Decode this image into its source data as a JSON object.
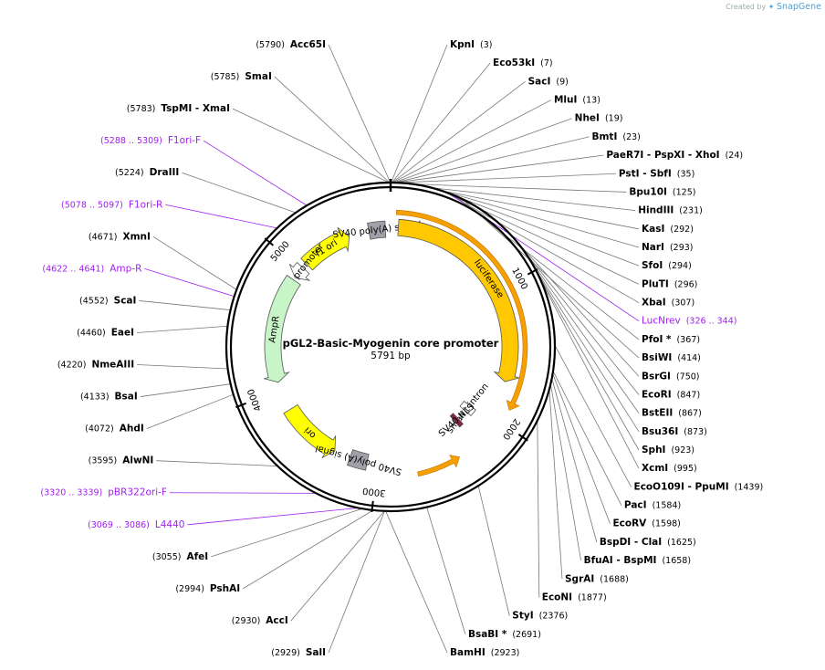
{
  "credit": {
    "prefix": "Created by",
    "brand": "SnapGene"
  },
  "plasmid": {
    "name": "pGL2-Basic-Myogenin core promoter",
    "length": "5791 bp",
    "size": 5791
  },
  "ticks": [
    1000,
    2000,
    3000,
    4000,
    5000
  ],
  "tick_labels": [
    "1000",
    "2000",
    "3000",
    "4000",
    "5000"
  ],
  "features": [
    {
      "name": "f1 ori",
      "color": "#ffff00",
      "start": 5060,
      "end": 5460,
      "dir": 1,
      "labeled": true
    },
    {
      "name": "AmpR promoter",
      "color": "#ffffff",
      "start": 4920,
      "end": 5020,
      "dir": -1,
      "labeled": true
    },
    {
      "name": "AmpR",
      "color": "#c8f5c8",
      "start": 4062,
      "end": 4900,
      "dir": -1,
      "labeled": true
    },
    {
      "name": "ori",
      "color": "#ffff00",
      "start": 3350,
      "end": 3830,
      "dir": -1,
      "labeled": true
    },
    {
      "name": "SV40 poly(A) signal",
      "color": "#a0a0a8",
      "start": 3080,
      "end": 3220,
      "dir": 0,
      "labeled": true
    },
    {
      "name": "SV40 poly(A) signal",
      "color": "#a0a0a8",
      "start": 5620,
      "end": 5750,
      "dir": 0,
      "labeled": true
    },
    {
      "name": "luciferase",
      "color": "#ffc800",
      "start": 60,
      "end": 1720,
      "dir": 1,
      "labeled": true
    },
    {
      "name": "small t intron",
      "color": "#ffffff",
      "start": 2035,
      "end": 2100,
      "dir": 0,
      "labeled": true
    },
    {
      "name": "SV40 NLS",
      "color": "#8a2040",
      "start": 2200,
      "end": 2240,
      "dir": 0,
      "labeled": true
    }
  ],
  "right_sites": [
    {
      "name": "KpnI",
      "pos": "(3)",
      "loc": 3
    },
    {
      "name": "Eco53kI",
      "pos": "(7)",
      "loc": 7
    },
    {
      "name": "SacI",
      "pos": "(9)",
      "loc": 9
    },
    {
      "name": "MluI",
      "pos": "(13)",
      "loc": 13
    },
    {
      "name": "NheI",
      "pos": "(19)",
      "loc": 19
    },
    {
      "name": "BmtI",
      "pos": "(23)",
      "loc": 23
    },
    {
      "name": "PaeR7I - PspXI - XhoI",
      "pos": "(24)",
      "loc": 24
    },
    {
      "name": "PstI - SbfI",
      "pos": "(35)",
      "loc": 35
    },
    {
      "name": "Bpu10I",
      "pos": "(125)",
      "loc": 125
    },
    {
      "name": "HindIII",
      "pos": "(231)",
      "loc": 231
    },
    {
      "name": "KasI",
      "pos": "(292)",
      "loc": 292
    },
    {
      "name": "NarI",
      "pos": "(293)",
      "loc": 293
    },
    {
      "name": "SfoI",
      "pos": "(294)",
      "loc": 294
    },
    {
      "name": "PluTI",
      "pos": "(296)",
      "loc": 296
    },
    {
      "name": "XbaI",
      "pos": "(307)",
      "loc": 307
    },
    {
      "name": "LucNrev",
      "pos": "(326 .. 344)",
      "loc": 335,
      "primer": true
    },
    {
      "name": "PfoI *",
      "pos": "(367)",
      "loc": 367
    },
    {
      "name": "BsiWI",
      "pos": "(414)",
      "loc": 414
    },
    {
      "name": "BsrGI",
      "pos": "(750)",
      "loc": 750
    },
    {
      "name": "EcoRI",
      "pos": "(847)",
      "loc": 847
    },
    {
      "name": "BstEII",
      "pos": "(867)",
      "loc": 867
    },
    {
      "name": "Bsu36I",
      "pos": "(873)",
      "loc": 873
    },
    {
      "name": "SphI",
      "pos": "(923)",
      "loc": 923
    },
    {
      "name": "XcmI",
      "pos": "(995)",
      "loc": 995
    },
    {
      "name": "EcoO109I - PpuMI",
      "pos": "(1439)",
      "loc": 1439
    },
    {
      "name": "PacI",
      "pos": "(1584)",
      "loc": 1584
    },
    {
      "name": "EcoRV",
      "pos": "(1598)",
      "loc": 1598
    },
    {
      "name": "BspDI - ClaI",
      "pos": "(1625)",
      "loc": 1625
    },
    {
      "name": "BfuAI - BspMI",
      "pos": "(1658)",
      "loc": 1658
    },
    {
      "name": "SgrAI",
      "pos": "(1688)",
      "loc": 1688
    },
    {
      "name": "EcoNI",
      "pos": "(1877)",
      "loc": 1877
    },
    {
      "name": "StyI",
      "pos": "(2376)",
      "loc": 2376
    },
    {
      "name": "BsaBI *",
      "pos": "(2691)",
      "loc": 2691
    },
    {
      "name": "BamHI",
      "pos": "(2923)",
      "loc": 2923
    }
  ],
  "left_sites": [
    {
      "name": "Acc65I",
      "pos": "(5790)",
      "loc": 5790
    },
    {
      "name": "SmaI",
      "pos": "(5785)",
      "loc": 5785
    },
    {
      "name": "TspMI - XmaI",
      "pos": "(5783)",
      "loc": 5783
    },
    {
      "name": "F1ori-F",
      "pos": "(5288 .. 5309)",
      "loc": 5298,
      "primer": true
    },
    {
      "name": "DraIII",
      "pos": "(5224)",
      "loc": 5224
    },
    {
      "name": "F1ori-R",
      "pos": "(5078 .. 5097)",
      "loc": 5088,
      "primer": true
    },
    {
      "name": "XmnI",
      "pos": "(4671)",
      "loc": 4671
    },
    {
      "name": "Amp-R",
      "pos": "(4622 .. 4641)",
      "loc": 4631,
      "primer": true
    },
    {
      "name": "ScaI",
      "pos": "(4552)",
      "loc": 4552
    },
    {
      "name": "EaeI",
      "pos": "(4460)",
      "loc": 4460
    },
    {
      "name": "NmeAIII",
      "pos": "(4220)",
      "loc": 4220
    },
    {
      "name": "BsaI",
      "pos": "(4133)",
      "loc": 4133
    },
    {
      "name": "AhdI",
      "pos": "(4072)",
      "loc": 4072
    },
    {
      "name": "AlwNI",
      "pos": "(3595)",
      "loc": 3595
    },
    {
      "name": "pBR322ori-F",
      "pos": "(3320 .. 3339)",
      "loc": 3330,
      "primer": true
    },
    {
      "name": "L4440",
      "pos": "(3069 .. 3086)",
      "loc": 3078,
      "primer": true
    },
    {
      "name": "AfeI",
      "pos": "(3055)",
      "loc": 3055
    },
    {
      "name": "PshAI",
      "pos": "(2994)",
      "loc": 2994
    },
    {
      "name": "AccI",
      "pos": "(2930)",
      "loc": 2930
    },
    {
      "name": "SalI",
      "pos": "(2929)",
      "loc": 2929
    }
  ]
}
